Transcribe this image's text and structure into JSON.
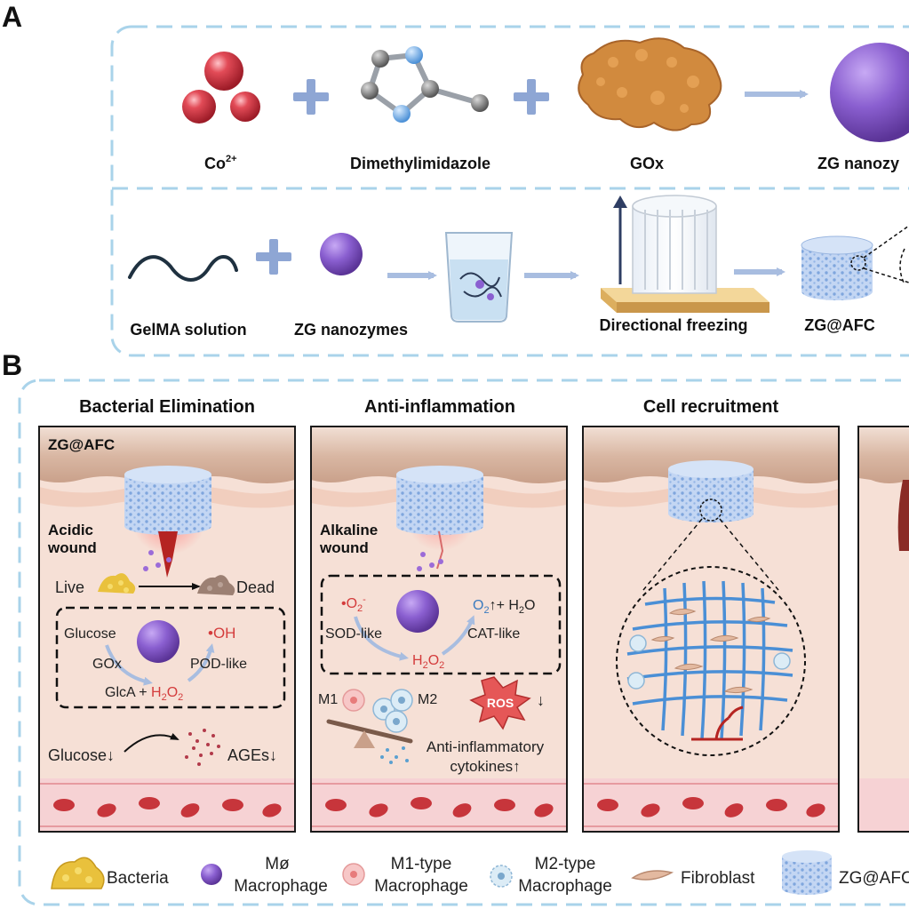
{
  "panel_a": {
    "letter": "A",
    "row1": {
      "cobalt": {
        "label_main": "Co",
        "label_sup": "2+"
      },
      "ligand": {
        "label": "Dimethylimidazole"
      },
      "enzyme": {
        "label": "GOx"
      },
      "product": {
        "label": "ZG nanozy"
      }
    },
    "row2": {
      "gelma": {
        "label": "GelMA solution"
      },
      "nanozyme": {
        "label": "ZG nanozymes"
      },
      "freezing": {
        "label": "Directional freezing"
      },
      "scaffold": {
        "label": "ZG@AFC"
      }
    }
  },
  "panel_b": {
    "letter": "B",
    "columns": [
      {
        "title": "Bacterial Elimination"
      },
      {
        "title": "Anti-inflammation"
      },
      {
        "title": "Cell recruitment"
      }
    ],
    "bacterial": {
      "tag": "ZG@AFC",
      "wound_line1": "Acidic",
      "wound_line2": "wound",
      "live": "Live",
      "dead": "Dead",
      "glucose": "Glucose",
      "oh": "•OH",
      "gox": "GOx",
      "pod": "POD-like",
      "glca": "GlcA + ",
      "h2o2_main": "H",
      "h2o2_sub": "2",
      "h2o2_o": "O",
      "h2o2_sub2": "2",
      "glucose_down": "Glucose↓",
      "ages_down": "AGEs↓"
    },
    "inflammation": {
      "wound_line1": "Alkaline",
      "wound_line2": "wound",
      "superoxide": "•O",
      "superoxide_sub": "2",
      "superoxide_sup": "-",
      "o2_up": "O",
      "o2_sub": "2",
      "o2_rest": "↑+ H",
      "h2o_sub": "2",
      "h2o_o": "O",
      "sod": "SOD-like",
      "cat": "CAT-like",
      "h2o2_main": "H",
      "h2o2_sub": "2",
      "h2o2_o": "O",
      "h2o2_sub2": "2",
      "m1": "M1",
      "m2": "M2",
      "ros": "ROS",
      "ros_down": "↓",
      "cytokines_line1": "Anti-inflammatory",
      "cytokines_line2": "cytokines↑"
    },
    "legend": {
      "bacteria": "Bacteria",
      "macrophage_sym": "Mø",
      "macrophage": "Macrophage",
      "m1_line1": "M1-type",
      "m1_line2": "Macrophage",
      "m2_line1": "M2-type",
      "m2_line2": "Macrophage",
      "fibroblast": "Fibroblast",
      "scaffold": "ZG@AFC"
    }
  },
  "colors": {
    "dash_border": "#a9d3ea",
    "arrow": "#98aed0",
    "tissue": "#f6e0d6",
    "skin_top": "#c9a895",
    "vessel": "#f3cdd0",
    "rbc": "#c7353b",
    "scaffold": "#b9cff0",
    "nanozyme": "#8a5fd0",
    "h2o2_red": "#d43c3c",
    "o2_blue": "#3b7bbf",
    "scaffold_mesh": "#4a8fd6"
  }
}
